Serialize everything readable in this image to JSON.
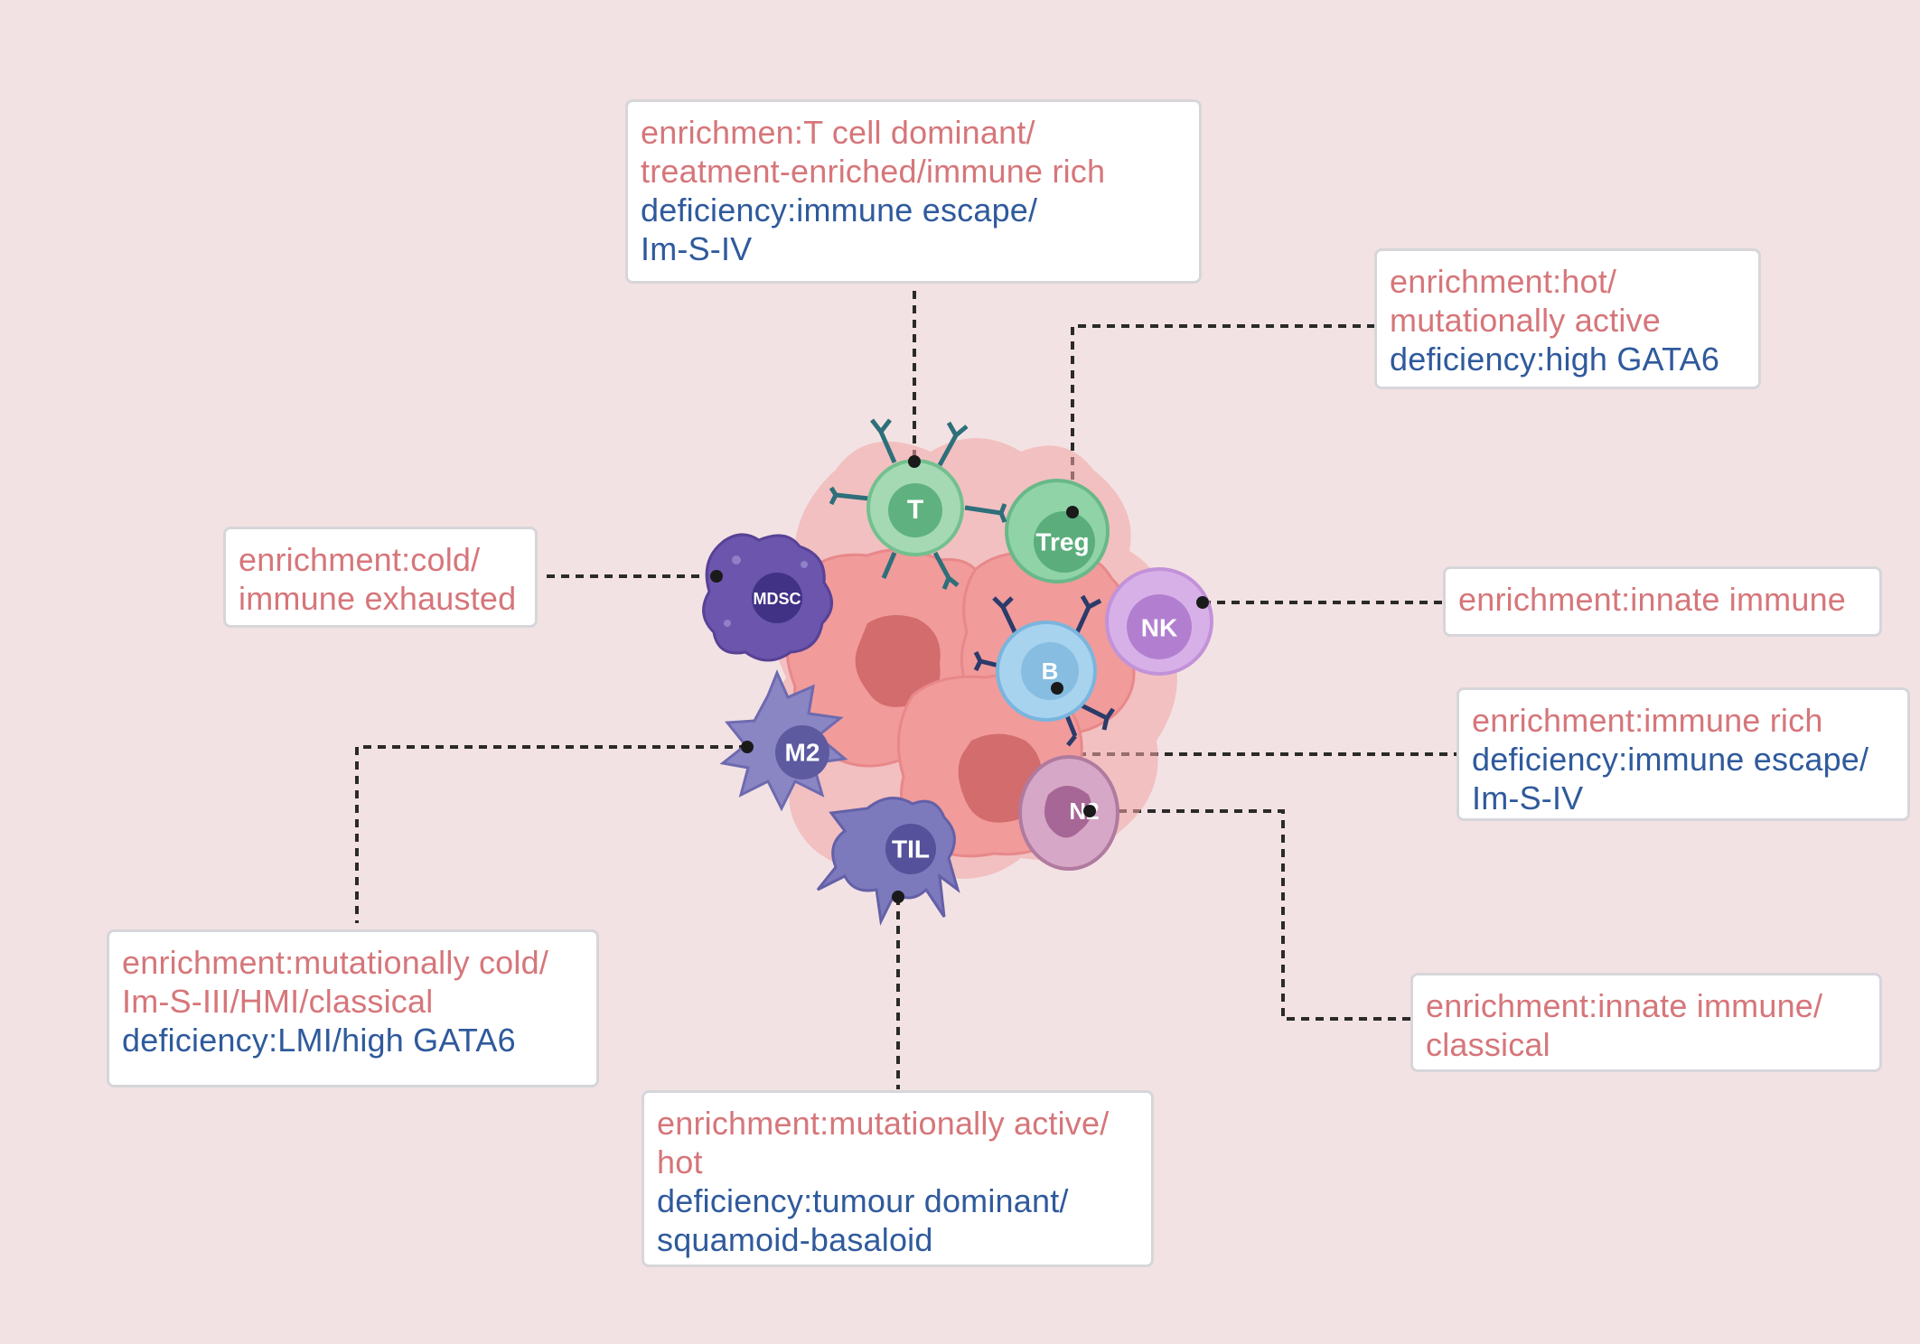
{
  "colors": {
    "background": "#f3e2e3",
    "enrichment_text": "#d6767a",
    "deficiency_text": "#2f5a9c",
    "tumour_cell": "#f19b9b",
    "nucleus": "#d36c6c",
    "t_cell": "#7cc79a",
    "b_cell": "#8ec4e6",
    "nk_cell": "#c99ae0",
    "mdsc_cell": "#6650a8",
    "m2_cell": "#7c78b9",
    "til_cell": "#6f6ab0",
    "n2_cell": "#c794b8",
    "antibody": "#2d6f7a"
  },
  "cells": {
    "t": "T",
    "treg": "Treg",
    "mdsc": "MDSC",
    "nk": "NK",
    "b": "B",
    "m2": "M2",
    "til": "TIL",
    "n2": "N2"
  },
  "boxes": {
    "t": {
      "lines": [
        {
          "kind": "en",
          "text": "enrichmen:T cell dominant/"
        },
        {
          "kind": "en",
          "text": "treatment-enriched/immune rich"
        },
        {
          "kind": "de",
          "text": "deficiency:immune escape/"
        },
        {
          "kind": "de",
          "text": "Im-S-IV"
        }
      ]
    },
    "treg": {
      "lines": [
        {
          "kind": "en",
          "text": "enrichment:hot/"
        },
        {
          "kind": "en",
          "text": "mutationally active"
        },
        {
          "kind": "de",
          "text": "deficiency:high  GATA6"
        }
      ]
    },
    "mdsc": {
      "lines": [
        {
          "kind": "en",
          "text": "enrichment:cold/"
        },
        {
          "kind": "en",
          "text": "immune exhausted"
        }
      ]
    },
    "nk": {
      "lines": [
        {
          "kind": "en",
          "text": "enrichment:innate immune"
        }
      ]
    },
    "b": {
      "lines": [
        {
          "kind": "en",
          "text": "enrichment:immune rich"
        },
        {
          "kind": "de",
          "text": "deficiency:immune escape/"
        },
        {
          "kind": "de",
          "text": "Im-S-IV"
        }
      ]
    },
    "m2": {
      "lines": [
        {
          "kind": "en",
          "text": "enrichment:mutationally cold/"
        },
        {
          "kind": "en",
          "text": "Im-S-III/HMI/classical"
        },
        {
          "kind": "de",
          "text": "deficiency:LMI/high GATA6"
        }
      ]
    },
    "n2": {
      "lines": [
        {
          "kind": "en",
          "text": "enrichment:innate immune/"
        },
        {
          "kind": "en",
          "text": "classical"
        }
      ]
    },
    "til": {
      "lines": [
        {
          "kind": "en",
          "text": "enrichment:mutationally active/"
        },
        {
          "kind": "en",
          "text": "hot"
        },
        {
          "kind": "de",
          "text": "deficiency:tumour dominant/"
        },
        {
          "kind": "de",
          "text": "squamoid-basaloid"
        }
      ]
    }
  }
}
